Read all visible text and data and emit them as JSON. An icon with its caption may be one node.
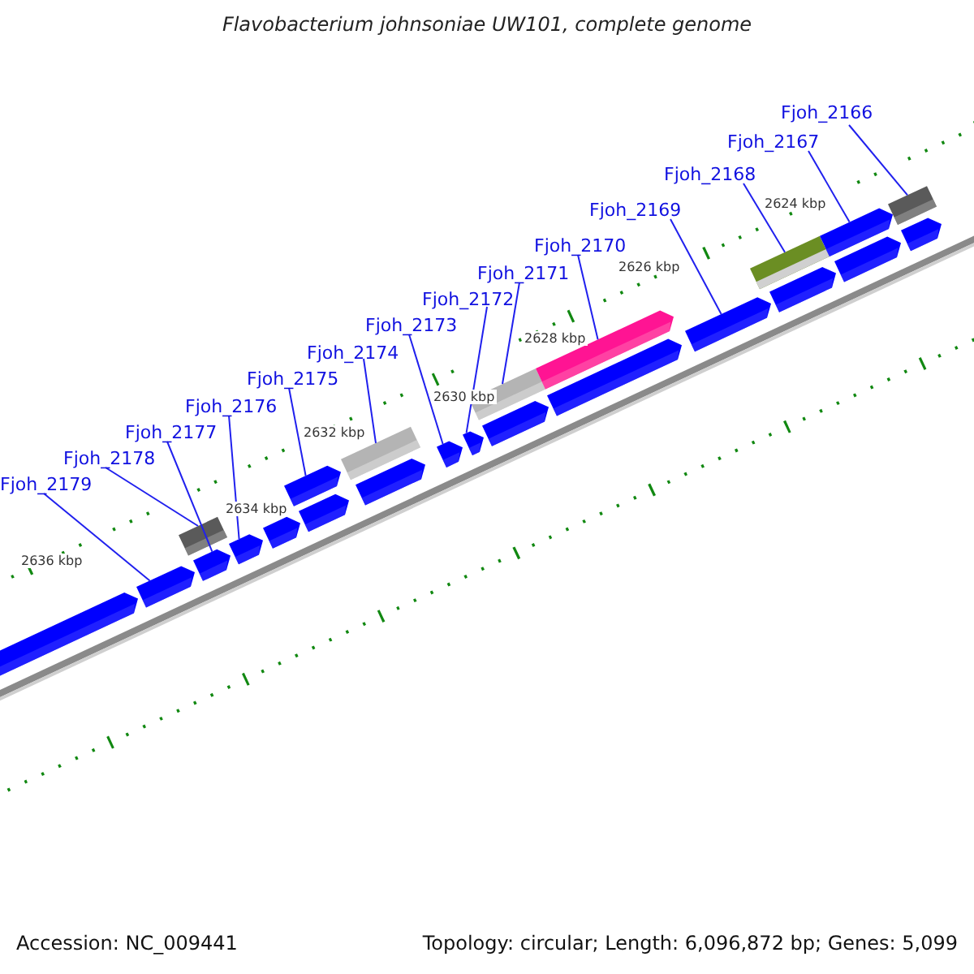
{
  "diagram": {
    "title": "Flavobacterium johnsoniae UW101, complete genome",
    "nodes": [
      {
        "text": [
          "Fjoh_2166"
        ]
      },
      {
        "text": [
          "Fjoh_2167"
        ]
      },
      {
        "text": [
          "Fjoh_2168"
        ]
      },
      {
        "text": [
          "Fjoh_2169"
        ]
      },
      {
        "text": [
          "Fjoh_2170"
        ]
      },
      {
        "text": [
          "Fjoh_2171"
        ]
      },
      {
        "text": [
          "Fjoh_2172"
        ]
      },
      {
        "text": [
          "Fjoh_2173"
        ]
      },
      {
        "text": [
          "Fjoh_2174"
        ]
      },
      {
        "text": [
          "Fjoh_2175"
        ]
      },
      {
        "text": [
          "Fjoh_2176"
        ]
      },
      {
        "text": [
          "Fjoh_2177"
        ]
      },
      {
        "text": [
          "Fjoh_2178"
        ]
      },
      {
        "text": [
          "Fjoh_2179"
        ]
      },
      {
        "text": [],
        "shape": "bar"
      },
      {
        "text": [],
        "shape": "bar"
      },
      {
        "text": [],
        "shape": "bar"
      },
      {
        "text": [],
        "shape": "bar"
      },
      {
        "text": [],
        "shape": "bar"
      },
      {
        "text": [],
        "shape": "bar"
      },
      {
        "text": [],
        "shape": "bar"
      },
      {
        "text": [],
        "shape": "bar"
      },
      {
        "text": [],
        "shape": "bar"
      },
      {
        "text": [],
        "shape": "bar"
      },
      {
        "text": [],
        "shape": "bar"
      },
      {
        "text": [],
        "shape": "bar"
      },
      {
        "text": [],
        "shape": "bar"
      },
      {
        "text": [],
        "shape": "bar"
      },
      {
        "text": [],
        "shape": "bar"
      },
      {
        "text": [],
        "shape": "bar"
      },
      {
        "text": [],
        "shape": "bar"
      },
      {
        "text": [],
        "shape": "bar"
      },
      {
        "text": [],
        "shape": "bar"
      },
      {
        "text": [],
        "shape": "bar"
      },
      {
        "text": [],
        "shape": "bar"
      },
      {
        "text": [],
        "shape": "bar"
      },
      {
        "text": [],
        "shape": "bar"
      }
    ],
    "edges": [
      {
        "from": 0,
        "to": 35,
        "arrow": "none"
      },
      {
        "from": 1,
        "to": 33,
        "arrow": "none"
      },
      {
        "from": 2,
        "to": 31,
        "arrow": "none"
      },
      {
        "from": 3,
        "to": 30,
        "arrow": "none"
      },
      {
        "from": 4,
        "to": 28,
        "arrow": "none"
      },
      {
        "from": 5,
        "to": 26,
        "arrow": "none"
      },
      {
        "from": 6,
        "to": 25,
        "arrow": "none"
      },
      {
        "from": 7,
        "to": 24,
        "arrow": "none"
      },
      {
        "from": 8,
        "to": 22,
        "arrow": "none"
      },
      {
        "from": 9,
        "to": 20,
        "arrow": "none"
      },
      {
        "from": 10,
        "to": 18,
        "arrow": "none"
      },
      {
        "from": 11,
        "to": 17,
        "arrow": "none"
      },
      {
        "from": 12,
        "to": 16,
        "arrow": "none"
      },
      {
        "from": 13,
        "to": 15,
        "arrow": "none"
      }
    ],
    "labels": [
      "2624 kbp",
      "2626 kbp",
      "2628 kbp",
      "2630 kbp",
      "2632 kbp",
      "2634 kbp",
      "2636 kbp",
      "Accession: NC_009441",
      "Topology: circular; Length: 6,096,872 bp; Genes: 5,099"
    ]
  }
}
